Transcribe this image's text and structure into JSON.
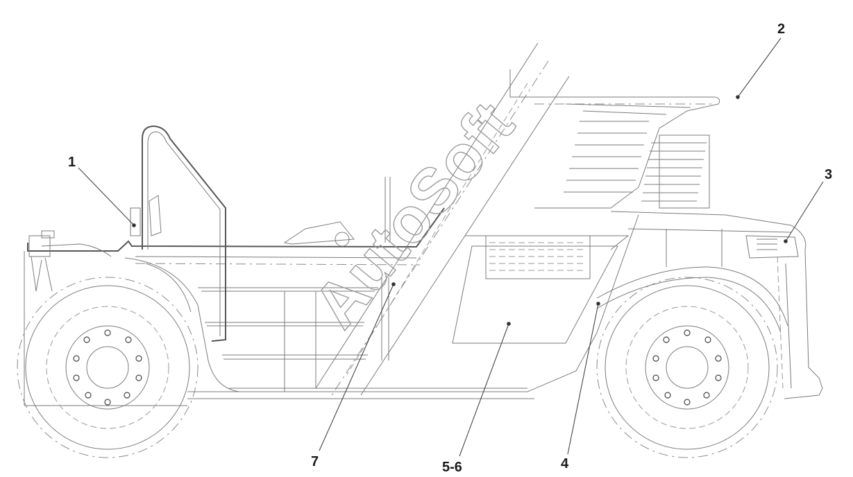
{
  "callouts": [
    {
      "id": "1",
      "label": "1"
    },
    {
      "id": "2",
      "label": "2"
    },
    {
      "id": "3",
      "label": "3"
    },
    {
      "id": "4",
      "label": "4"
    },
    {
      "id": "5-6",
      "label": "5-6"
    },
    {
      "id": "7",
      "label": "7"
    }
  ],
  "watermark": "AutoSoft"
}
